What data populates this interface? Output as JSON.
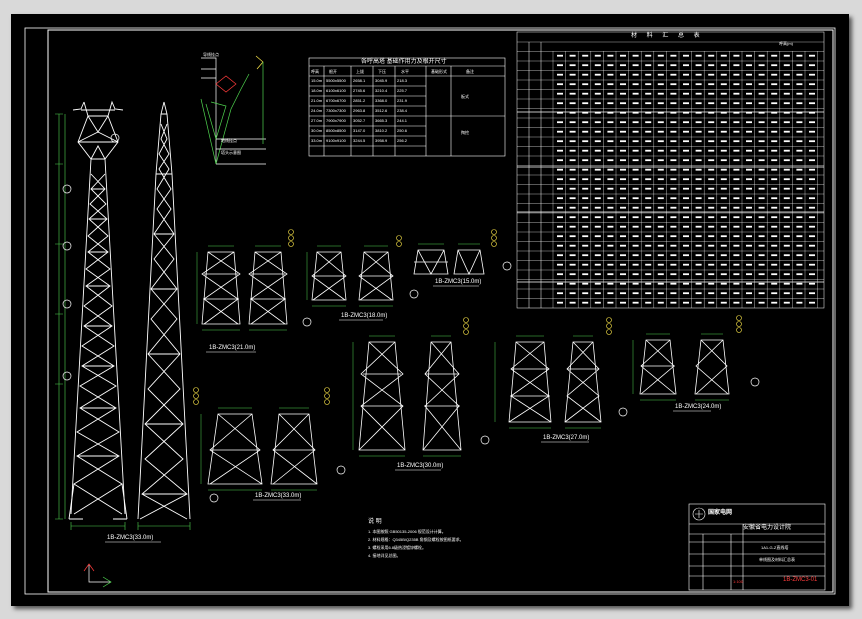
{
  "title_block": {
    "logo_text": "国家电网",
    "institute": "安徽省电力设计院",
    "project_line": "1A1-G-Z直线塔",
    "drawing_title": "单线图及材料汇总表",
    "drawing_number": "1B-ZMC3-01",
    "scale": "1:100"
  },
  "notes": {
    "heading": "说 明",
    "items": [
      "1. 本图按照 GB50135-2006 规范设计计算。",
      "2. 材料规格：Q345B/Q235B 角钢及螺栓按图纸要求。",
      "3. 螺栓采用6.8级热浸镀锌螺栓。",
      "4. 接地详见总图。"
    ]
  },
  "views": {
    "main_front": "1B-ZMC3(33.0m)",
    "height_1": "1B-ZMC3(21.0m)",
    "height_2": "1B-ZMC3(18.0m)",
    "height_3": "1B-ZMC3(15.0m)",
    "height_4": "1B-ZMC3(30.0m)",
    "height_5": "1B-ZMC3(27.0m)",
    "height_6": "1B-ZMC3(24.0m)",
    "height_7": "1B-ZMC3(33.0m)"
  },
  "mid_table": {
    "title": "各呼高塔 基础作用力及根开尺寸",
    "headers": [
      "呼高",
      "根开",
      "上拔",
      "下压",
      "水平",
      "基础形式",
      "备注"
    ],
    "rows": [
      [
        "15.0m",
        "5500x5500",
        "2658.1",
        "3045.9",
        "218.3"
      ],
      [
        "18.0m",
        "6100x6100",
        "2745.6",
        "3210.4",
        "225.7"
      ],
      [
        "21.0m",
        "6700x6700",
        "2851.2",
        "3368.0",
        "231.9"
      ],
      [
        "24.0m",
        "7300x7300",
        "2963.8",
        "3512.6",
        "238.4"
      ],
      [
        "27.0m",
        "7900x7900",
        "3052.7",
        "3665.3",
        "244.1"
      ],
      [
        "30.0m",
        "8500x8500",
        "3147.0",
        "3810.2",
        "250.6"
      ],
      [
        "33.0m",
        "9100x9100",
        "3244.5",
        "3958.9",
        "256.2"
      ]
    ],
    "foundation_a": "板式",
    "foundation_b": "掏挖"
  },
  "material_table": {
    "title": "材 料 汇 总 表",
    "sub_title": "呼高(m)"
  },
  "schematic_labels": {
    "wire_a": "导线挂点",
    "wire_b": "地线挂点",
    "detail": "塔头示意图"
  }
}
